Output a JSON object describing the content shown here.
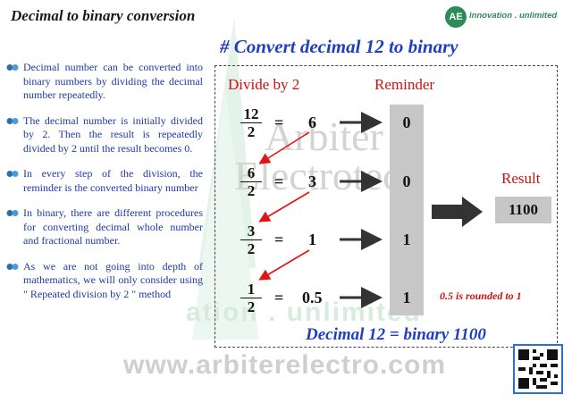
{
  "header": {
    "title": "Decimal to binary conversion",
    "logo_mark": "AE",
    "logo_text": "innovation . unlimited"
  },
  "headline": "# Convert decimal 12 to binary",
  "bullets": [
    "Decimal number can be converted into binary numbers by dividing the decimal number repeatedly.",
    "The decimal number is initially divided by 2. Then the result is repeatedly divided by 2 until the result becomes 0.",
    "In every step of the division, the reminder is the converted binary number",
    "In binary, there are different procedures for converting decimal whole number and fractional number.",
    "As we are not going into depth of mathematics, we will only consider using \" Repeated division by 2 \" method"
  ],
  "diagram": {
    "divide_label": "Divide by 2",
    "reminder_label": "Reminder",
    "result_label": "Result",
    "eq_sign": "=",
    "steps": [
      {
        "num": "12",
        "den": "2",
        "quotient": "6",
        "reminder": "0"
      },
      {
        "num": "6",
        "den": "2",
        "quotient": "3",
        "reminder": "0"
      },
      {
        "num": "3",
        "den": "2",
        "quotient": "1",
        "reminder": "1"
      },
      {
        "num": "1",
        "den": "2",
        "quotient": "0.5",
        "reminder": "1"
      }
    ],
    "result_value": "1100",
    "note": "0.5 is rounded to 1",
    "final": "Decimal 12 = binary 1100"
  },
  "watermark": {
    "line1": "Arbiter",
    "line2": "Electrotech",
    "tagline": "ation . unlimited",
    "url": "www.arbiterelectro.com"
  },
  "colors": {
    "accent_blue": "#1f3fbf",
    "accent_red": "#cc1111",
    "brand_green": "#2e8b57",
    "gray_box": "#c7c7c7"
  }
}
